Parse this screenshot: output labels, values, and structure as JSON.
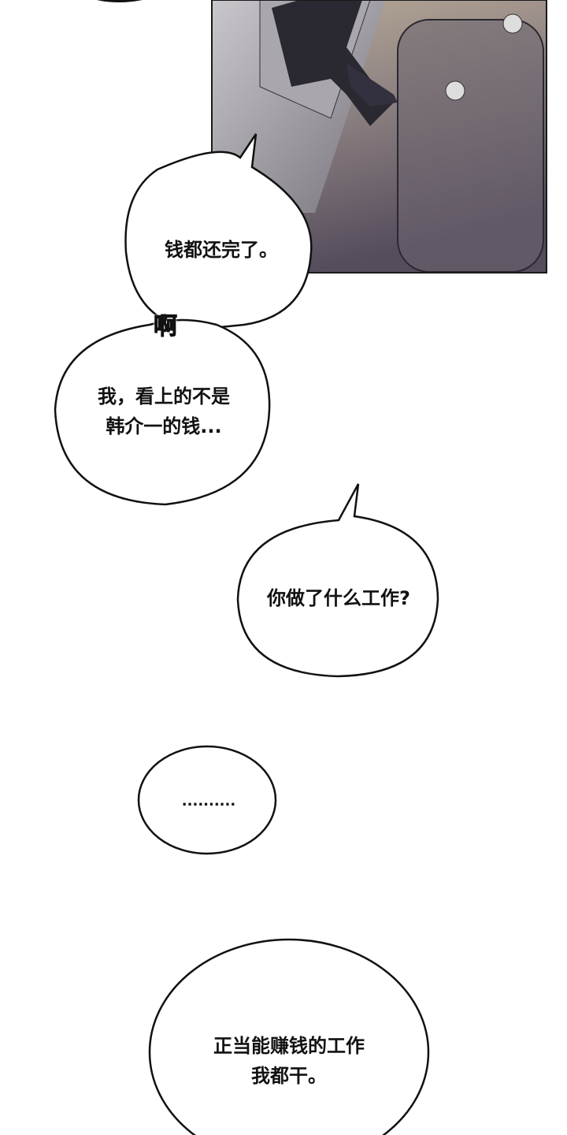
{
  "panel": {
    "description_colors": {
      "floor_top": "#b7a995",
      "floor_bottom": "#5a5260",
      "sofa": "#9b98a0",
      "border": "#1a1a1a"
    }
  },
  "bubbles": [
    {
      "text": "钱都还完了。"
    },
    {
      "text": "我，看上的不是\n韩介一的钱..."
    },
    {
      "text": "你做了什么工作?"
    },
    {
      "text": ".........."
    },
    {
      "text": "正当能赚钱的工作\n我都干。"
    }
  ],
  "sfx": {
    "text": "啊"
  }
}
